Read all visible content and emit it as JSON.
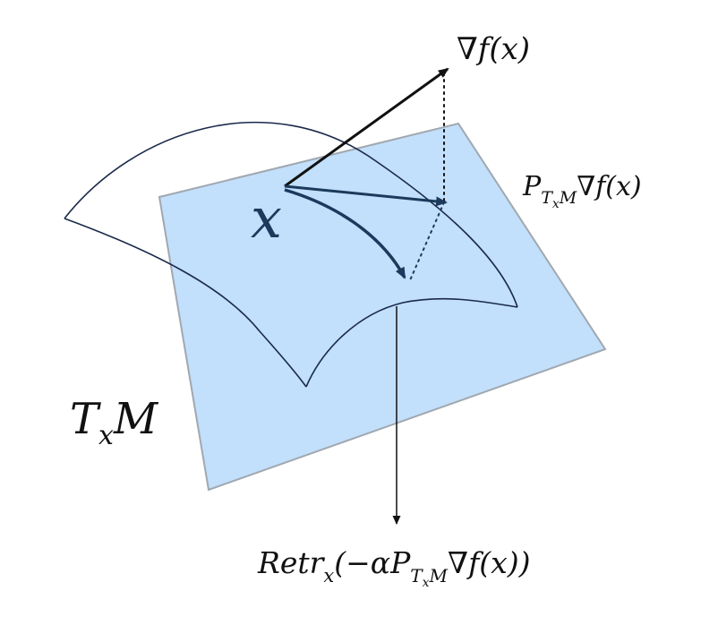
{
  "labels": {
    "gradient": {
      "nabla": "∇",
      "body": "f(x)"
    },
    "projection": {
      "main": "P",
      "sub": "T",
      "subsub": "x",
      "subM": "M",
      "nabla": "∇",
      "body": "f(x)"
    },
    "point": "x",
    "tangent_space": {
      "main": "T",
      "sub": "x",
      "tail": "M"
    },
    "retraction": {
      "main": "Retr",
      "sub": "x",
      "open": "(−αP",
      "pSub": "T",
      "pSubSub": "x",
      "pSubM": "M",
      "nabla": "∇",
      "body": "f(x))"
    }
  },
  "colors": {
    "plane_fill": "#c2dffb",
    "plane_stroke": "#a0a8b0",
    "manifold_stroke": "#1a2a4a",
    "arrow_dark": "#1b3a5c",
    "arrow_black": "#111111",
    "text": "#111111"
  }
}
